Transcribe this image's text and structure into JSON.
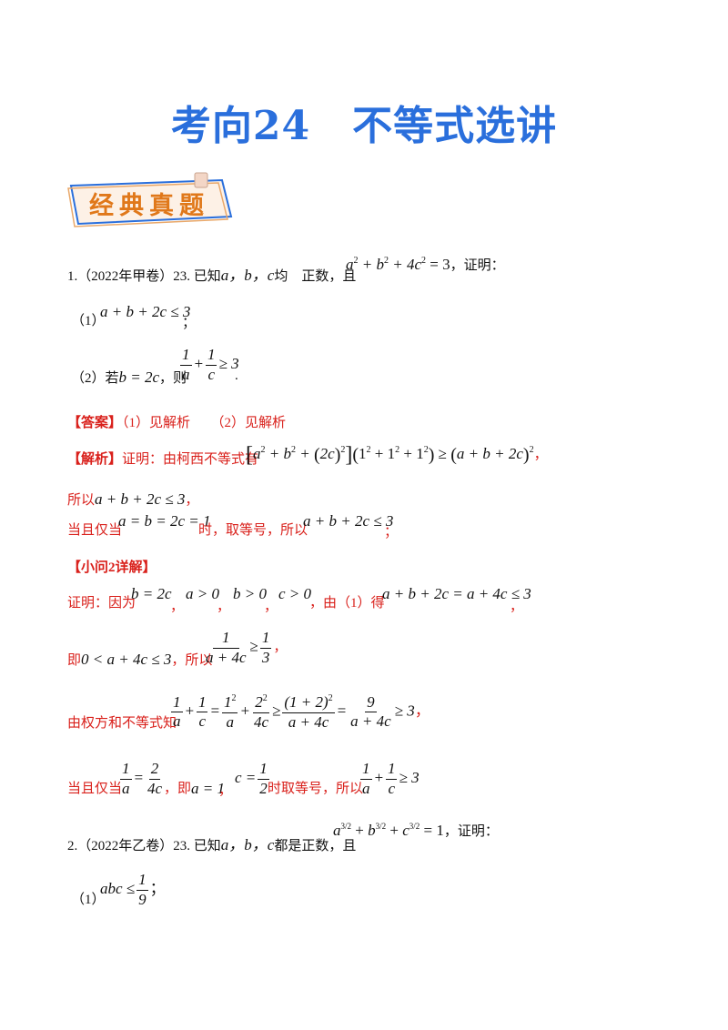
{
  "title": {
    "part1": "考向24",
    "part2": "不等式选讲"
  },
  "section_badge": "经典真题",
  "q1": {
    "header": "1.（2022年甲卷）23. 已知",
    "vars": "a，b，c",
    "mid": "均　正数，且",
    "cond": "a² + b² + 4c² = 3",
    "tail": "，证明：",
    "part1_label": "（1）",
    "part1_expr": "a + b + 2c ≤ 3",
    "part1_tail": "；",
    "part2_label": "（2）若",
    "part2_cond": "b = 2c",
    "part2_mid": "，则",
    "part2_tail": "."
  },
  "answer": {
    "tag": "【答案】",
    "text": "（1）见解析　　（2）见解析"
  },
  "analysis": {
    "tag": "【解析】",
    "lead": "证明：由柯西不等式有",
    "line2_pre": "所以",
    "line2_expr": "a + b + 2c ≤ 3",
    "line2_tail": "，",
    "line3_pre": "当且仅当",
    "line3_expr": "a = b = 2c = 1",
    "line3_mid": "时，取等号，所以",
    "line3_expr2": "a + b + 2c ≤ 3",
    "line3_tail": "；"
  },
  "sub2": {
    "tag": "【小问2详解】",
    "l1_pre": "证明：因为",
    "l1_c1": "b = 2c",
    "l1_c2": "a > 0",
    "l1_c3": "b > 0",
    "l1_c4": "c > 0",
    "l1_mid": "，由（1）得",
    "l1_expr": "a + b + 2c = a + 4c ≤ 3",
    "l2_pre": "即",
    "l2_expr": "0 < a + 4c ≤ 3",
    "l2_mid": "，所以",
    "l3_pre": "由权方和不等式知",
    "l4_pre": "当且仅当",
    "l4_mid": "，即",
    "l4_a": "a = 1",
    "l4_mid2": "时取等号，所以"
  },
  "q2": {
    "header": "2.（2022年乙卷）23. 已知",
    "vars": "a，b，c",
    "mid": "都是正数，且",
    "tail": "，证明：",
    "part1_label": "（1）",
    "part1_tail": "；"
  },
  "colors": {
    "title": "#2a6fdc",
    "badge_text": "#e0781a",
    "answer_red": "#d9201b"
  }
}
